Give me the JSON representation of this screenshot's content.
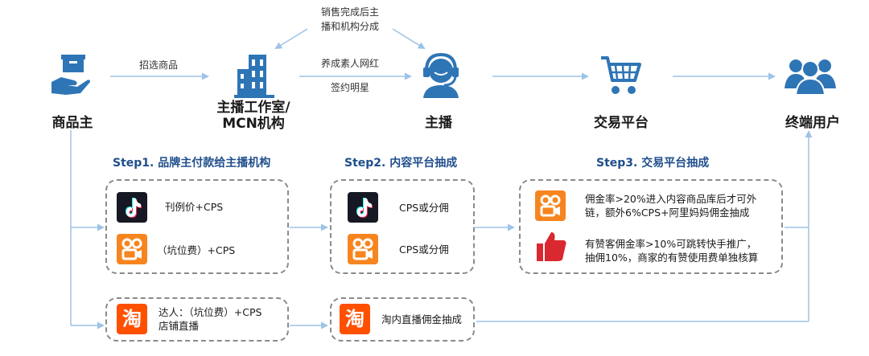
{
  "nodes": {
    "brand_owner": "商品主",
    "studio_line1": "主播工作室/",
    "studio_line2": "MCN机构",
    "anchor": "主播",
    "trading_platform": "交易平台",
    "end_user": "终端用户"
  },
  "edges": {
    "select_products": "招选商品",
    "split_top_line1": "销售完成后主",
    "split_top_line2": "播和机构分成",
    "train_line1": "养成素人网红",
    "train_line2": "签约明星"
  },
  "steps": {
    "step1": {
      "title": "Step1. 品牌主付款给主播机构",
      "items": [
        "刊例价+CPS",
        "（坑位费）+CPS"
      ]
    },
    "step2": {
      "title": "Step2. 内容平台抽成",
      "items": [
        "CPS或分佣",
        "CPS或分佣"
      ]
    },
    "step3": {
      "title": "Step3. 交易平台抽成",
      "items": [
        [
          "佣金率>20%进入内容商品库后才可外",
          "链，额外6%CPS+阿里妈妈佣金抽成"
        ],
        [
          "有赞客佣金率>10%可跳转快手推广，",
          "抽佣10%，商家的有赞使用费单独核算"
        ]
      ]
    }
  },
  "taobao_row": {
    "logo_text": "淘",
    "left_line1": "达人：（坑位费）+CPS",
    "left_line2": "店铺直播",
    "right_text": "淘内直播佣金抽成"
  },
  "colors": {
    "arrow": "#9dc3e6",
    "step_title": "#1f4e8c",
    "icon_blue": "#2e75b6",
    "tiktok_bg": "#161823",
    "kuaishou": "#f7851f",
    "taobao": "#ff5000",
    "thumbs": "#d9282f"
  }
}
